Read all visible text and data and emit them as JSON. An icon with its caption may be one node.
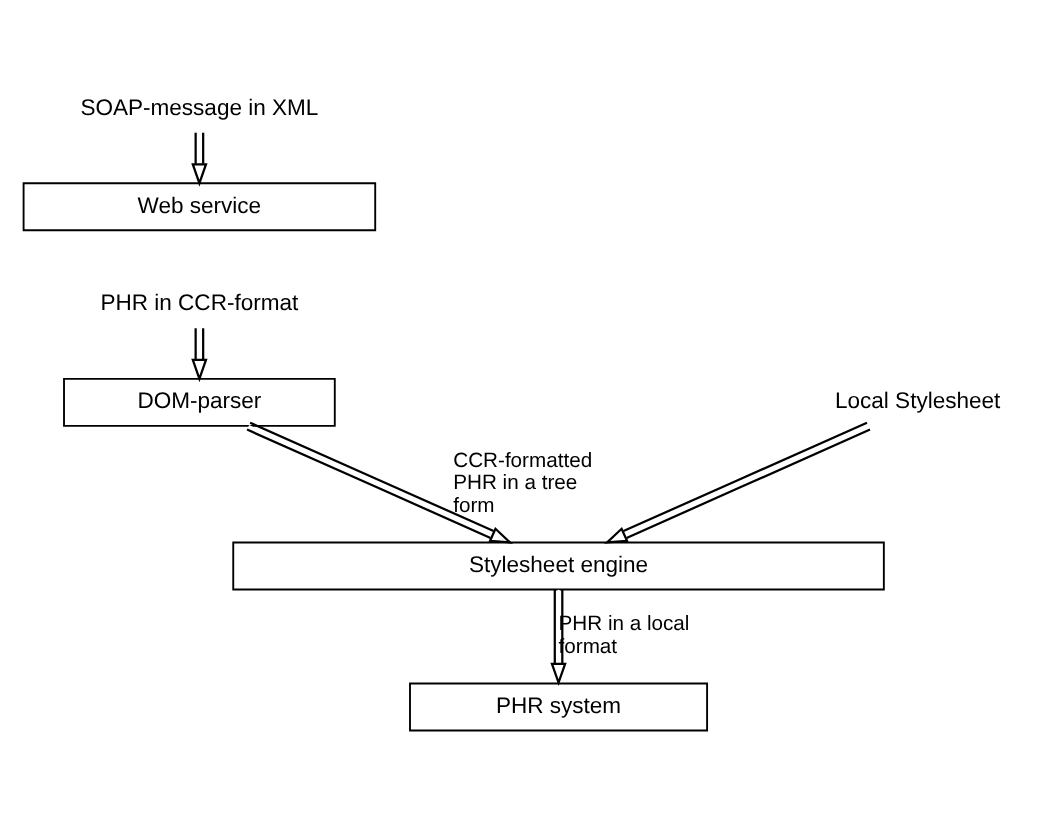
{
  "diagram": {
    "nodes": [
      {
        "text": [
          "SOAP-message in XML"
        ]
      },
      {
        "text": [
          "Web service"
        ]
      },
      {
        "text": [
          "PHR in CCR-format"
        ]
      },
      {
        "text": [
          "DOM-parser"
        ]
      },
      {
        "text": [
          "Local Stylesheet"
        ]
      },
      {
        "text": [
          "Stylesheet engine"
        ]
      },
      {
        "text": [
          "PHR system"
        ]
      }
    ],
    "edges": [
      {
        "from": 0,
        "to": 1,
        "arrow": "to"
      },
      {
        "from": 2,
        "to": 3,
        "arrow": "to"
      },
      {
        "from": 3,
        "to": 5,
        "arrow": "to",
        "label": "CCR-formatted PHR in a tree form"
      },
      {
        "from": 4,
        "to": 5,
        "arrow": "to"
      },
      {
        "from": 5,
        "to": 6,
        "arrow": "to",
        "label": "PHR in a local format"
      }
    ]
  }
}
